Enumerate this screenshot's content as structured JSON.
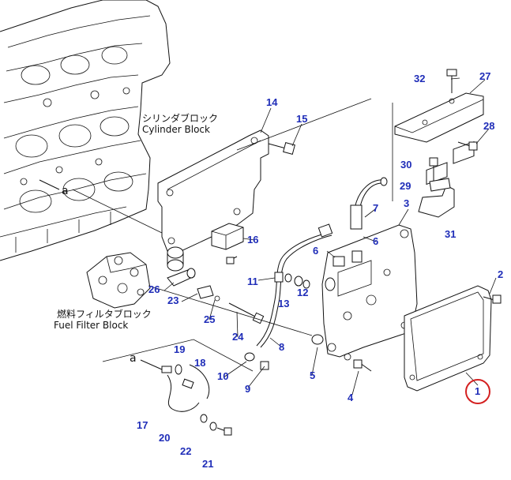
{
  "labels": {
    "cylinder_block_jp": "シリンダブロック",
    "cylinder_block_en": "Cylinder Block",
    "fuel_filter_block_jp": "燃料フィルタブロック",
    "fuel_filter_block_en": "Fuel Filter Block",
    "connector_a_top": "a",
    "connector_a_bottom": "a"
  },
  "callouts": [
    "1",
    "2",
    "3",
    "4",
    "5",
    "6",
    "6",
    "7",
    "8",
    "9",
    "10",
    "11",
    "12",
    "13",
    "14",
    "15",
    "16",
    "17",
    "18",
    "19",
    "20",
    "21",
    "22",
    "23",
    "24",
    "25",
    "26",
    "27",
    "28",
    "29",
    "30",
    "31",
    "32"
  ],
  "highlight": {
    "part": "1",
    "color": "#d42020"
  },
  "callout_color": "#1f2db8"
}
